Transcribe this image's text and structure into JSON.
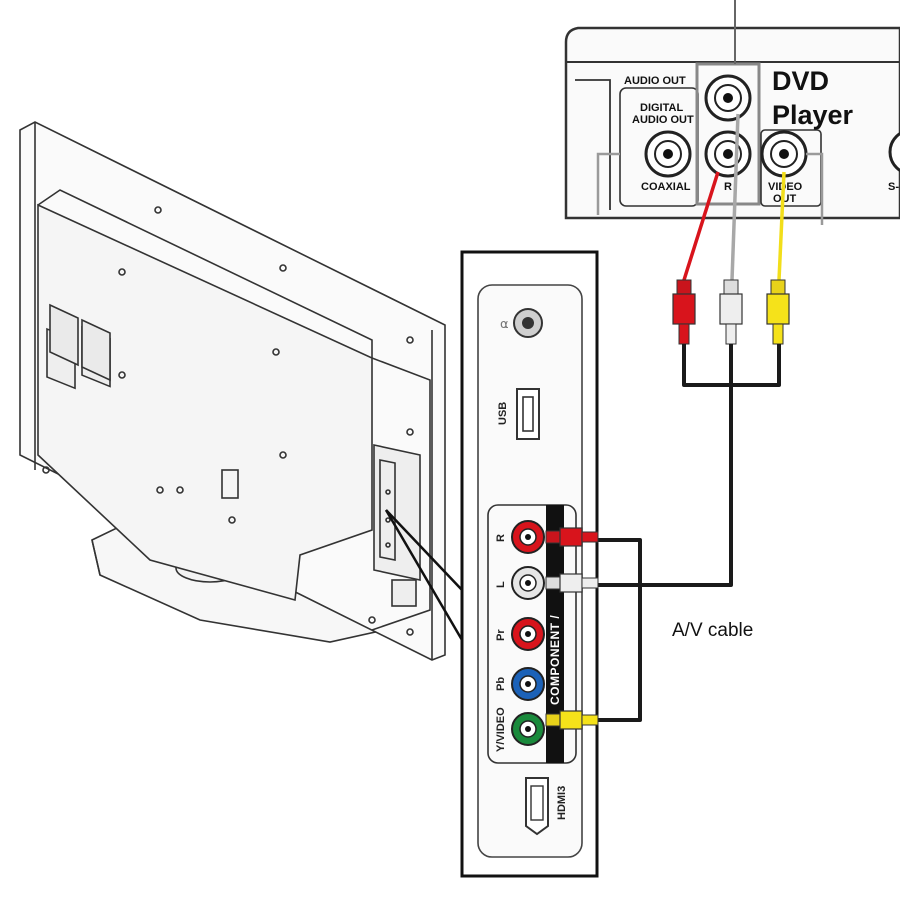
{
  "dvd": {
    "title_line1": "DVD",
    "title_line2": "Player",
    "audio_out": "AUDIO OUT",
    "digital_audio_out_1": "DIGITAL",
    "digital_audio_out_2": "AUDIO OUT",
    "coaxial": "COAXIAL",
    "r": "R",
    "video_out_1": "VIDEO",
    "video_out_2": "OUT",
    "s_video_partial": "S-"
  },
  "cable": {
    "label": "A/V cable"
  },
  "tv_panel": {
    "usb": "USB",
    "r": "R",
    "l": "L",
    "pr": "Pr",
    "pb": "Pb",
    "y_video": "Y/VIDEO",
    "component": "COMPONENT /",
    "hdmi": "HDMI3"
  },
  "colors": {
    "red": "#d8141c",
    "white": "#e6e6e6",
    "yellow": "#f5e21a",
    "green": "#1a8a3c",
    "blue": "#1c62b8",
    "cable": "#1a1a1a",
    "outline": "#333333"
  }
}
